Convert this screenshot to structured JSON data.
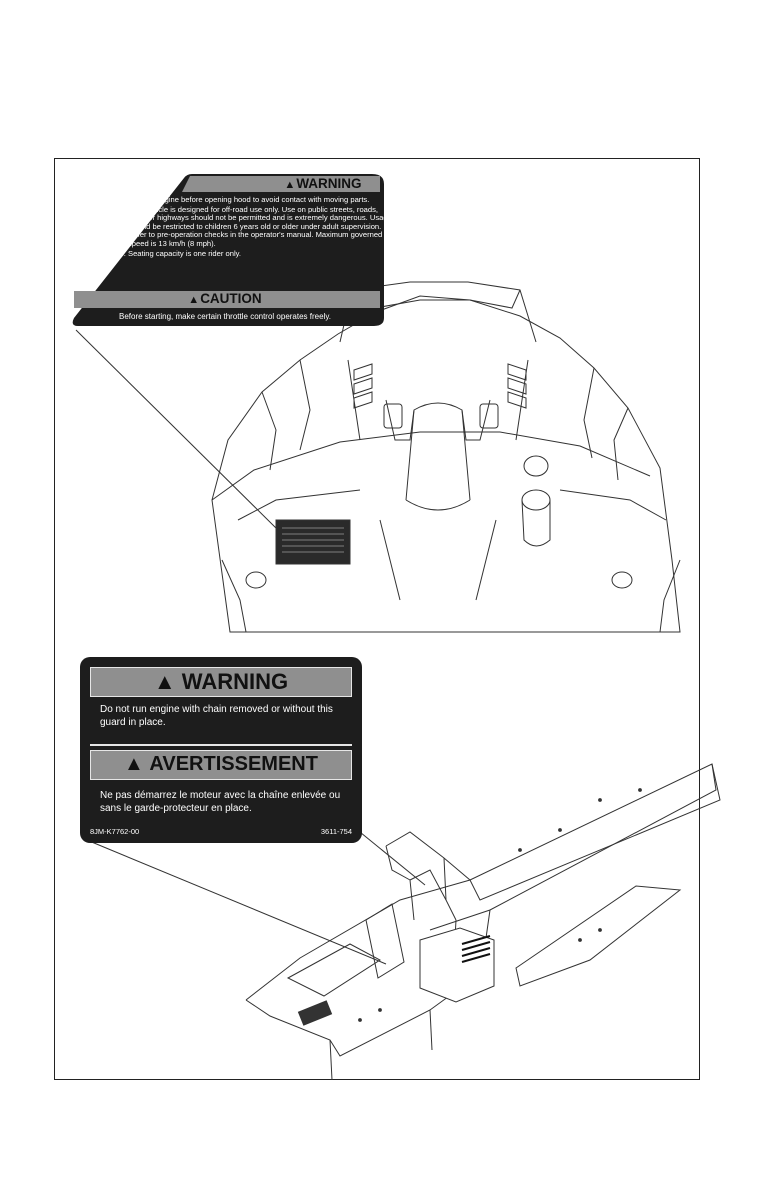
{
  "decal_hood": {
    "warning_title": "WARNING",
    "items": [
      "Shut off engine before opening hood to avoid contact with moving parts.",
      "This vehicle is designed for off-road use only. Use on public streets, roads, trails, or highways should not be permitted and is extremely dangerous. Usage should be restricted to children 6 years old or older under adult supervision. Refer to pre-operation checks in the operator's manual. Maximum governed speed is 13 km/h (8 mph).",
      "Seating capacity is one rider only."
    ],
    "caution_title": "CAUTION",
    "caution_text": "Before starting, make certain throttle control operates freely."
  },
  "decal_chain": {
    "warning_title": "WARNING",
    "warning_text": "Do not run engine with chain removed or without this guard in place.",
    "avert_title": "AVERTISSEMENT",
    "avert_text": "Ne pas démarrez le moteur avec la chaîne enlevée ou sans le garde-protecteur en place.",
    "part_left": "8JM-K7762-00",
    "part_right": "3611-754"
  },
  "colors": {
    "decal_dark": "#1d1d1d",
    "band_grey": "#8f8f8f",
    "outline": "#222222"
  },
  "icons": [
    "warning-triangle-icon"
  ]
}
